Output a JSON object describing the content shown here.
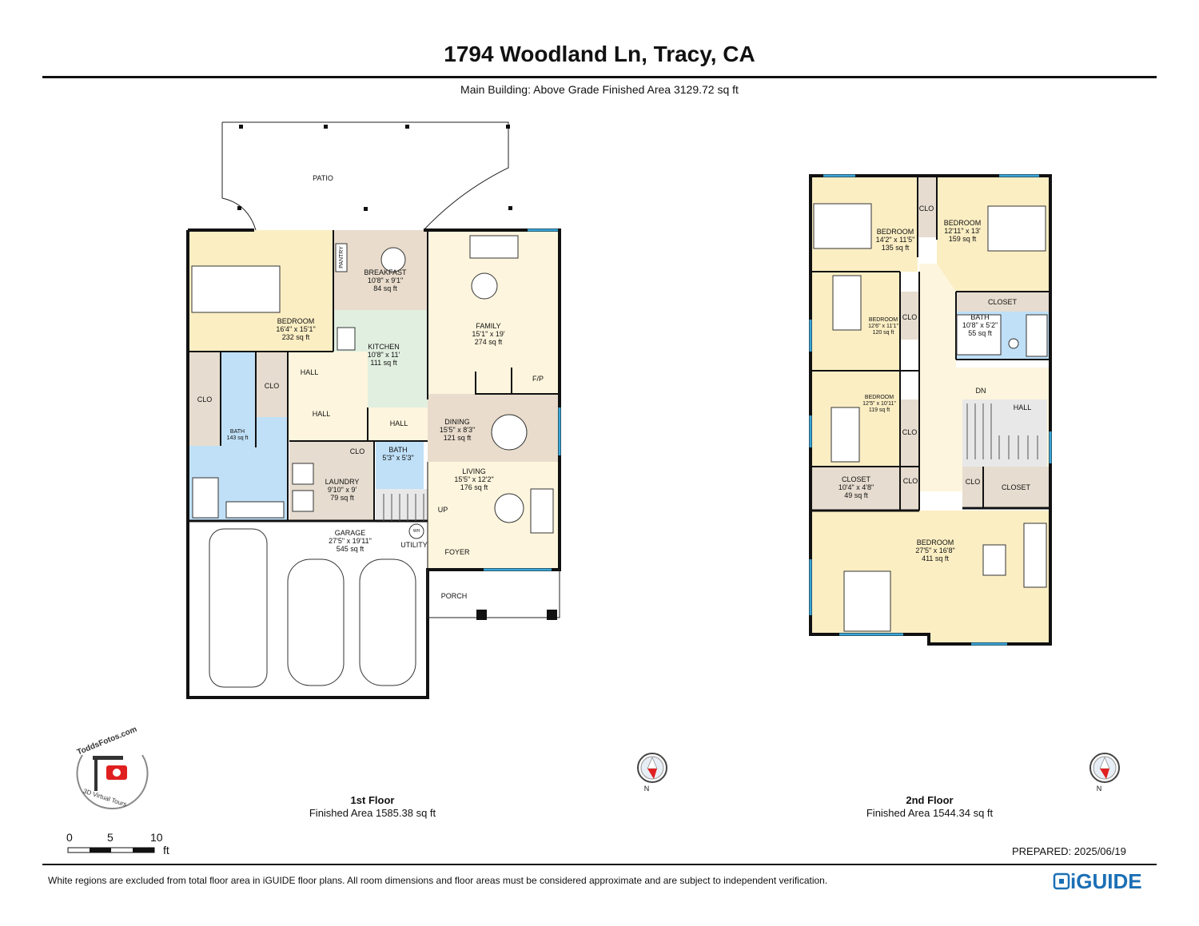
{
  "header": {
    "title": "1794 Woodland Ln, Tracy, CA",
    "subtitle": "Main Building: Above Grade Finished Area 3129.72 sq ft"
  },
  "colors": {
    "bedroom": "#fbeec3",
    "living": "#fdf5dd",
    "kitchen": "#e1efe0",
    "bath": "#bfe0f7",
    "service": "#e6dccf",
    "breakfast": "#e9dccc",
    "hall": "#fdf5dd",
    "wall": "#111111",
    "window": "#3aa6d8",
    "brand": "#1b6fb5",
    "compass_red": "#e02020"
  },
  "floor1": {
    "caption_title": "1st Floor",
    "caption_area": "Finished Area 1585.38 sq ft",
    "rooms": [
      {
        "name": "PATIO",
        "dims": "",
        "area": ""
      },
      {
        "name": "PANTRY",
        "dims": "",
        "area": ""
      },
      {
        "name": "BREAKFAST",
        "dims": "10'8\" x 9'1\"",
        "area": "84 sq ft"
      },
      {
        "name": "BEDROOM",
        "dims": "16'4\" x 15'1\"",
        "area": "232 sq ft"
      },
      {
        "name": "KITCHEN",
        "dims": "10'8\" x 11'",
        "area": "111 sq ft"
      },
      {
        "name": "FAMILY",
        "dims": "15'1\" x 19'",
        "area": "274 sq ft"
      },
      {
        "name": "F/P",
        "dims": "",
        "area": ""
      },
      {
        "name": "CLO",
        "dims": "",
        "area": ""
      },
      {
        "name": "CLO",
        "dims": "",
        "area": ""
      },
      {
        "name": "HALL",
        "dims": "",
        "area": ""
      },
      {
        "name": "HALL",
        "dims": "",
        "area": ""
      },
      {
        "name": "HALL",
        "dims": "",
        "area": ""
      },
      {
        "name": "BATH",
        "dims": "143 sq ft",
        "area": ""
      },
      {
        "name": "DINING",
        "dims": "15'5\" x 8'3\"",
        "area": "121 sq ft"
      },
      {
        "name": "CLO",
        "dims": "",
        "area": ""
      },
      {
        "name": "BATH",
        "dims": "5'3\" x 5'3\"",
        "area": ""
      },
      {
        "name": "LAUNDRY",
        "dims": "9'10\" x 9'",
        "area": "79 sq ft"
      },
      {
        "name": "LIVING",
        "dims": "15'5\" x 12'2\"",
        "area": "176 sq ft"
      },
      {
        "name": "UP",
        "dims": "",
        "area": ""
      },
      {
        "name": "GARAGE",
        "dims": "27'5\" x 19'11\"",
        "area": "545 sq ft"
      },
      {
        "name": "UTILITY",
        "dims": "",
        "area": ""
      },
      {
        "name": "FOYER",
        "dims": "",
        "area": ""
      },
      {
        "name": "PORCH",
        "dims": "",
        "area": ""
      },
      {
        "name": "WH",
        "dims": "",
        "area": ""
      }
    ]
  },
  "floor2": {
    "caption_title": "2nd Floor",
    "caption_area": "Finished Area 1544.34 sq ft",
    "rooms": [
      {
        "name": "BEDROOM",
        "dims": "14'2\" x 11'5\"",
        "area": "135 sq ft"
      },
      {
        "name": "CLO",
        "dims": "",
        "area": ""
      },
      {
        "name": "BEDROOM",
        "dims": "12'11\" x 13'",
        "area": "159 sq ft"
      },
      {
        "name": "CLOSET",
        "dims": "",
        "area": ""
      },
      {
        "name": "BEDROOM",
        "dims": "12'6\" x 11'1\"",
        "area": "120 sq ft"
      },
      {
        "name": "CLO",
        "dims": "",
        "area": ""
      },
      {
        "name": "BATH",
        "dims": "10'8\" x 5'2\"",
        "area": "55 sq ft"
      },
      {
        "name": "DN",
        "dims": "",
        "area": ""
      },
      {
        "name": "HALL",
        "dims": "",
        "area": ""
      },
      {
        "name": "BEDROOM",
        "dims": "12'5\" x 10'11\"",
        "area": "119 sq ft"
      },
      {
        "name": "CLO",
        "dims": "",
        "area": ""
      },
      {
        "name": "CLOSET",
        "dims": "10'4\" x 4'8\"",
        "area": "49 sq ft"
      },
      {
        "name": "CLO",
        "dims": "",
        "area": ""
      },
      {
        "name": "CLO",
        "dims": "",
        "area": ""
      },
      {
        "name": "CLOSET",
        "dims": "",
        "area": ""
      },
      {
        "name": "BEDROOM",
        "dims": "27'5\" x 16'8\"",
        "area": "411 sq ft"
      }
    ]
  },
  "compass": {
    "north_label": "N"
  },
  "scale": {
    "ticks": [
      "0",
      "5",
      "10"
    ],
    "unit": "ft"
  },
  "logo": {
    "text_top": "ToddsFotos.com",
    "text_bottom": "3D Virtual Tours"
  },
  "prepared": "PREPARED: 2025/06/19",
  "footer": {
    "disclaimer": "White regions are excluded from total floor area in iGUIDE floor plans. All room dimensions and floor areas must be considered approximate and are subject to independent verification.",
    "brand": "iGUIDE"
  }
}
